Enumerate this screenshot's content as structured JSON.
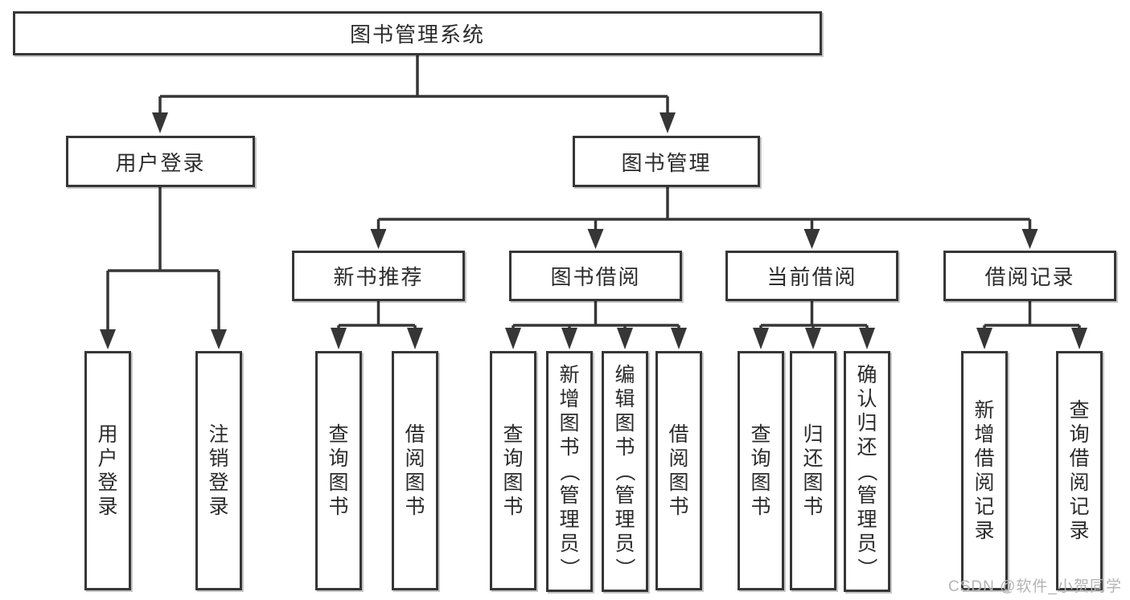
{
  "diagram": {
    "root": {
      "label": "图书管理系统"
    },
    "branches": [
      {
        "label": "用户登录",
        "children": [
          {
            "label": "用户登录"
          },
          {
            "label": "注销登录"
          }
        ]
      },
      {
        "label": "图书管理",
        "children": [
          {
            "label": "新书推荐",
            "children": [
              {
                "label": "查询图书"
              },
              {
                "label": "借阅图书"
              }
            ]
          },
          {
            "label": "图书借阅",
            "children": [
              {
                "label": "查询图书"
              },
              {
                "label": "新增图书（管理员）"
              },
              {
                "label": "编辑图书（管理员）"
              },
              {
                "label": "借阅图书"
              }
            ]
          },
          {
            "label": "当前借阅",
            "children": [
              {
                "label": "查询图书"
              },
              {
                "label": "归还图书"
              },
              {
                "label": "确认归还（管理员）"
              }
            ]
          },
          {
            "label": "借阅记录",
            "children": [
              {
                "label": "新增借阅记录"
              },
              {
                "label": "查询借阅记录"
              }
            ]
          }
        ]
      }
    ],
    "watermark": "CSDN @软件_小贺同学",
    "colors": {
      "background": "#ffffff",
      "line": "#363636",
      "box_border": "#363636",
      "text": "#2b2b2b",
      "watermark": "#b4b4b4"
    }
  }
}
